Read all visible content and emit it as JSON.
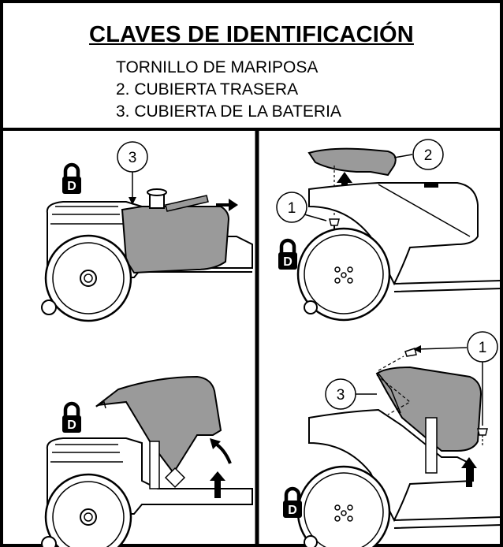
{
  "key": {
    "title": "CLAVES DE IDENTIFICACIÓN",
    "items": [
      "TORNILLO DE MARIPOSA",
      "2. CUBIERTA TRASERA",
      "3. CUBIERTA DE LA BATERIA"
    ]
  },
  "panels": {
    "top_left": {
      "callouts": [
        "3"
      ]
    },
    "top_right": {
      "callouts": [
        "2",
        "1"
      ]
    },
    "bottom_left": {
      "callouts": []
    },
    "bottom_right": {
      "callouts": [
        "1",
        "3"
      ]
    }
  },
  "icons": [
    "padlock-d-icon",
    "arrow-icon"
  ],
  "colors": {
    "cover": "#9a9a9a",
    "line": "#000000",
    "background": "#ffffff"
  }
}
